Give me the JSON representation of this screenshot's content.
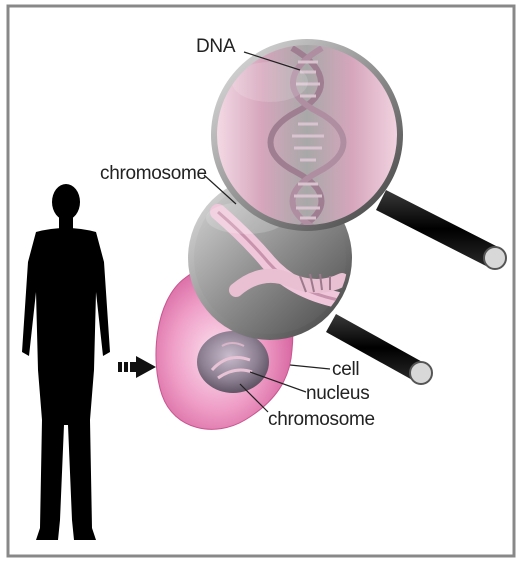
{
  "labels": {
    "dna": "DNA",
    "chromosome_top": "chromosome",
    "cell": "cell",
    "nucleus": "nucleus",
    "chromosome_bottom": "chromosome"
  },
  "colors": {
    "border": "#888888",
    "silhouette": "#000000",
    "cell_pink": "#e27ab2",
    "nucleus": "#7f7486",
    "glass_rim": "#8a8a8a",
    "handle": "#111111",
    "dna_strand": "#b491a6"
  }
}
